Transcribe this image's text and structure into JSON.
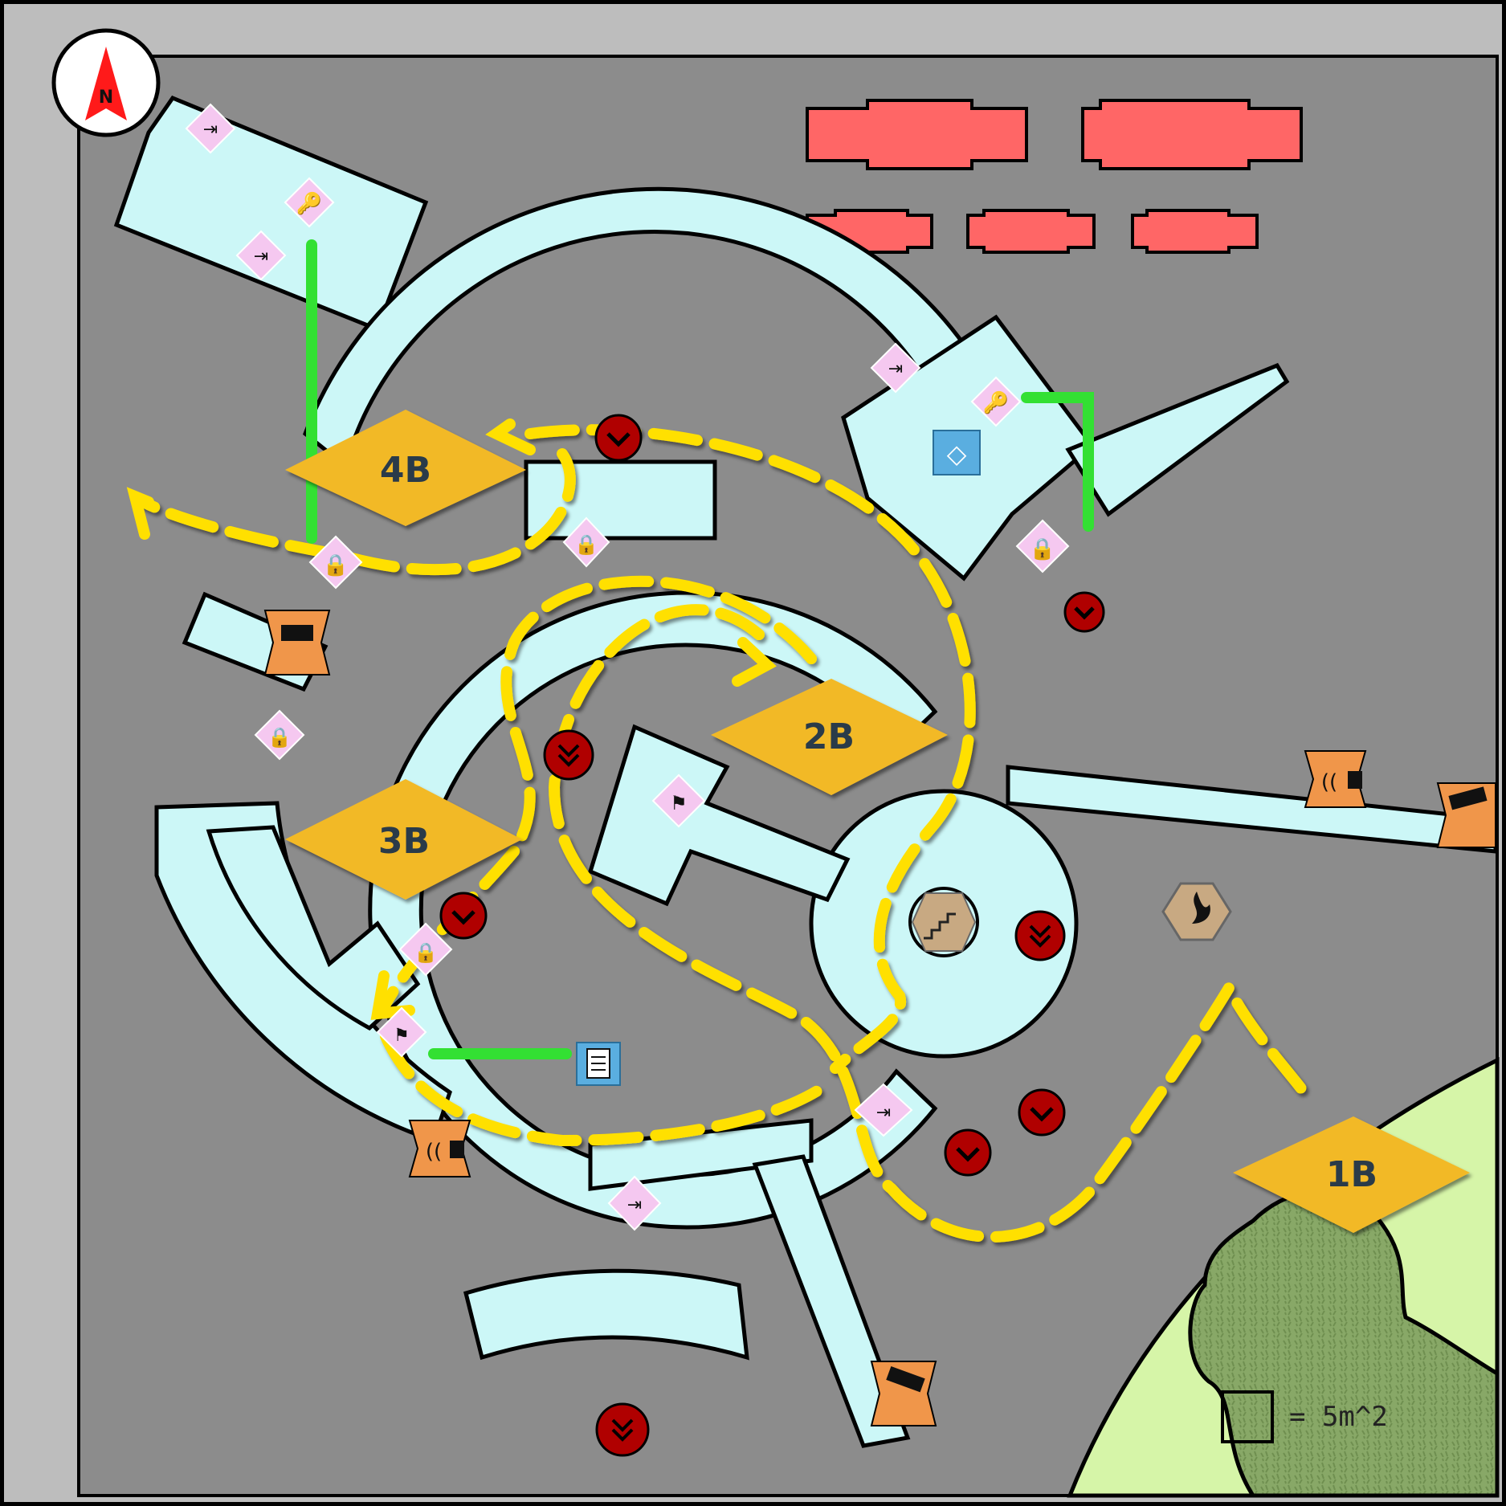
{
  "map": {
    "compass": {
      "label": "N"
    },
    "zones": [
      {
        "id": "1B",
        "label": "1B"
      },
      {
        "id": "2B",
        "label": "2B"
      },
      {
        "id": "3B",
        "label": "3B"
      },
      {
        "id": "4B",
        "label": "4B"
      }
    ],
    "scale": {
      "label": "= 5m^2"
    },
    "colors": {
      "ground": "#8c8c8c",
      "border": "#bdbdbd",
      "floor": "#ccf7f7",
      "grass": "#d6f5a8",
      "tree": "#7fa05c",
      "route": "#ffe000",
      "secure_path": "#33e033",
      "zone": "#f2b928",
      "vehicle": "#ff6666",
      "marker_red": "#b00000",
      "door_badge": "#f5c8f0"
    },
    "icons": [
      "compass-icon",
      "exit-door-icon",
      "key-icon",
      "lock-icon",
      "diamond-gem-icon",
      "stairs-icon",
      "fire-hazard-icon",
      "camera-icon",
      "alarm-speaker-icon",
      "document-icon",
      "flag-objective-icon",
      "guard-marker-icon",
      "sentry-marker-icon"
    ]
  }
}
